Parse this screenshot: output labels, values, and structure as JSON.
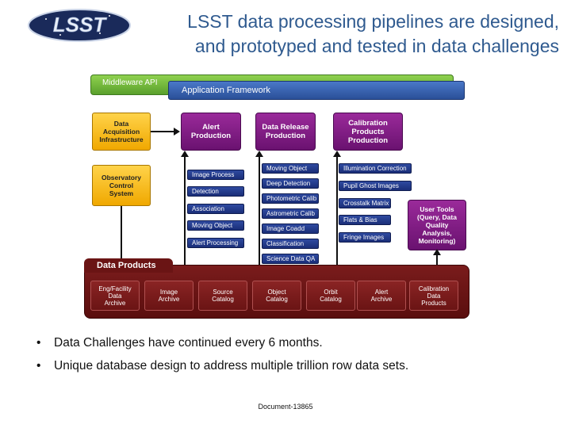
{
  "logo": {
    "text": "LSST"
  },
  "title": {
    "line1": "LSST data processing pipelines are designed,",
    "line2": "and prototyped and tested in data challenges"
  },
  "diagram": {
    "middleware": "Middleware API",
    "app_framework": "Application Framework",
    "data_acquisition": [
      "Data",
      "Acquisition",
      "Infrastructure"
    ],
    "observatory_control": [
      "Observatory",
      "Control",
      "System"
    ],
    "pipelines": [
      {
        "label": [
          "Alert",
          "Production"
        ],
        "stages": [
          "Image Process",
          "Detection",
          "Association",
          "Moving Object",
          "Alert Processing"
        ]
      },
      {
        "label": [
          "Data Release",
          "Production"
        ],
        "stages": [
          "Moving Object",
          "Deep Detection",
          "Photometric Calib",
          "Astrometric Calib",
          "Image Coadd",
          "Classification",
          "Science Data QA"
        ]
      },
      {
        "label": [
          "Calibration",
          "Products",
          "Production"
        ],
        "stages": [
          "Illumination Correction",
          "Pupil Ghost Images",
          "Crosstalk Matrix",
          "Flats & Bias",
          "Fringe Images"
        ]
      }
    ],
    "user_tools": [
      "User Tools",
      "(Query, Data",
      "Quality",
      "Analysis,",
      "Monitoring)"
    ],
    "data_products_title": "Data Products",
    "data_products": [
      [
        "Eng/Facility",
        "Data",
        "Archive"
      ],
      [
        "Image",
        "Archive"
      ],
      [
        "Source",
        "Catalog"
      ],
      [
        "Object",
        "Catalog"
      ],
      [
        "Orbit",
        "Catalog"
      ],
      [
        "Alert",
        "Archive"
      ],
      [
        "Calibration",
        "Data",
        "Products"
      ]
    ]
  },
  "bullets": [
    "Data Challenges have continued every 6 months.",
    "Unique database design to address multiple trillion row data sets."
  ],
  "footer": "Document-13865"
}
